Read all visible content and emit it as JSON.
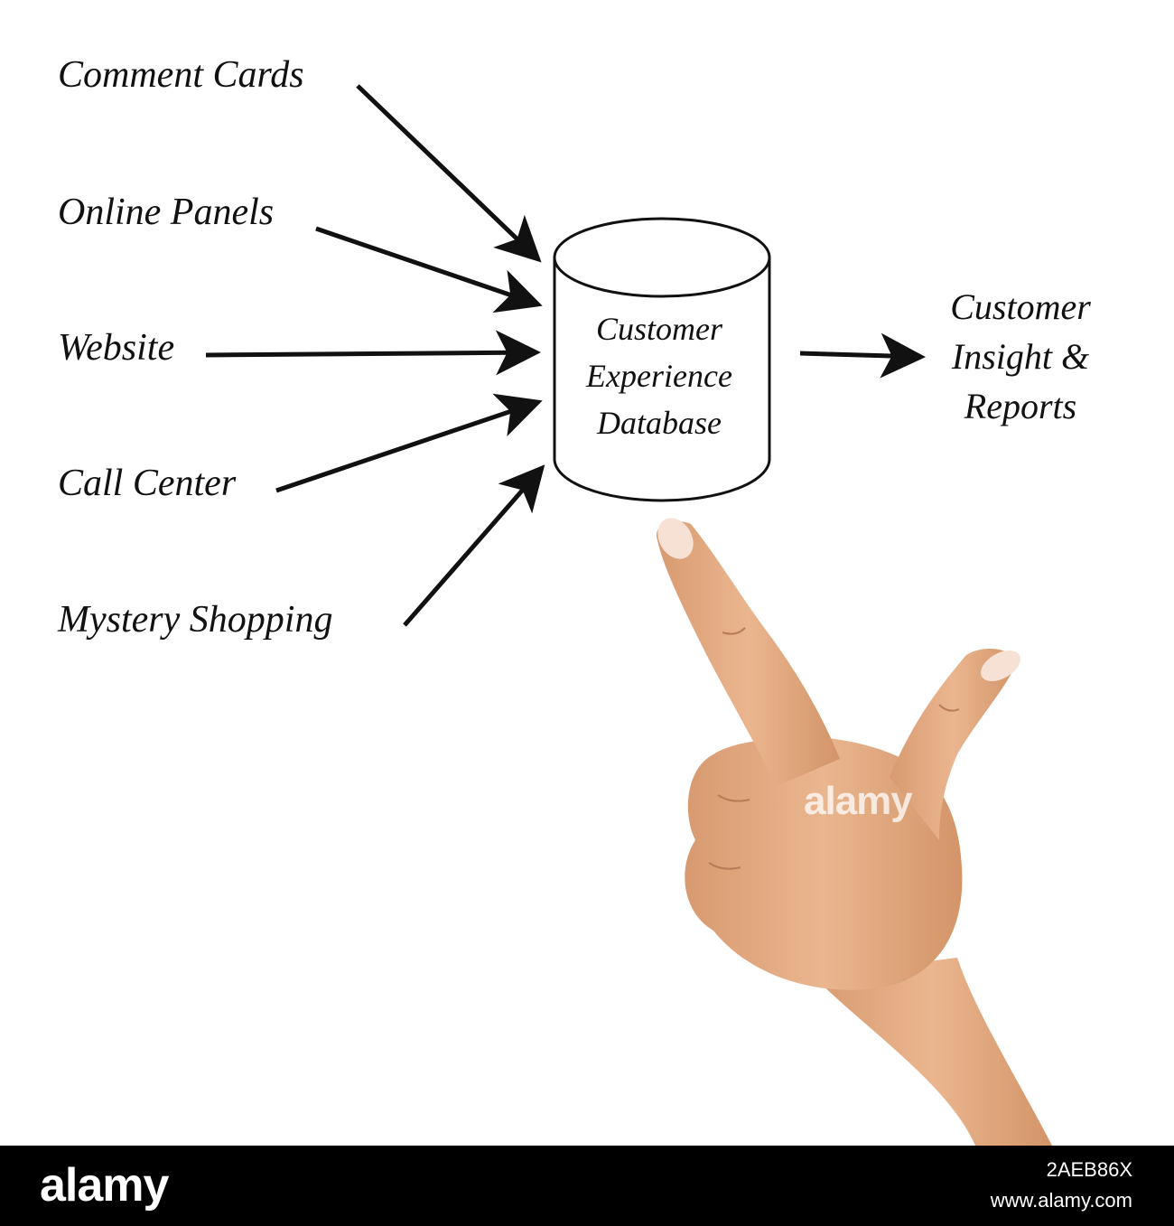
{
  "sources": [
    {
      "id": "comment-cards",
      "label": "Comment Cards"
    },
    {
      "id": "online-panels",
      "label": "Online Panels"
    },
    {
      "id": "website",
      "label": "Website"
    },
    {
      "id": "call-center",
      "label": "Call Center"
    },
    {
      "id": "mystery-shopping",
      "label": "Mystery Shopping"
    }
  ],
  "database": {
    "lines": [
      "Customer",
      "Experience",
      "Database"
    ]
  },
  "output": {
    "lines": [
      "Customer",
      "Insight &",
      "Reports"
    ]
  },
  "watermark": {
    "center": "alamy"
  },
  "footer": {
    "brand": "alamy",
    "image_id": "2AEB86X",
    "site": "www.alamy.com"
  },
  "colors": {
    "ink": "#111111",
    "skin": "#e2a77e",
    "background": "#ffffff",
    "footer": "#000000"
  }
}
